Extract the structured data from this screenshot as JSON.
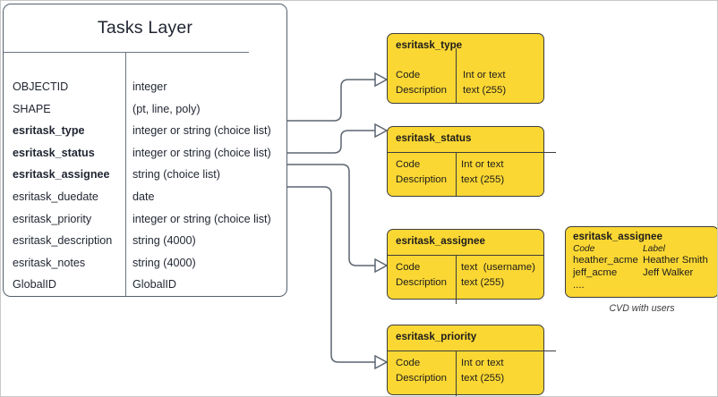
{
  "entity": {
    "title": "Tasks Layer",
    "fields": [
      {
        "name": "OBJECTID",
        "type": "integer",
        "bold": false
      },
      {
        "name": "SHAPE",
        "type": "(pt, line, poly)",
        "bold": false
      },
      {
        "name": "esritask_type",
        "type": "integer or string (choice list)",
        "bold": true
      },
      {
        "name": "esritask_status",
        "type": "integer or string (choice list)",
        "bold": true
      },
      {
        "name": "esritask_assignee",
        "type": "string (choice list)",
        "bold": true
      },
      {
        "name": "esritask_duedate",
        "type": "date",
        "bold": false
      },
      {
        "name": "esritask_priority",
        "type": "integer or string (choice list)",
        "bold": false
      },
      {
        "name": "esritask_description",
        "type": "string (4000)",
        "bold": false
      },
      {
        "name": "esritask_notes",
        "type": "string (4000)",
        "bold": false
      },
      {
        "name": "GlobalID",
        "type": "GlobalID",
        "bold": false
      }
    ]
  },
  "domains": [
    {
      "title": "esritask_type",
      "left_cell": "Code\nDescription",
      "right_cell": "Int or text\ntext (255)"
    },
    {
      "title": "esritask_status",
      "left_cell": "Code\nDescription",
      "right_cell": "Int or text\ntext (255)"
    },
    {
      "title": "esritask_assignee",
      "left_cell": "Code\nDescription",
      "right_cell": "text  (username)\ntext (255)"
    },
    {
      "title": "esritask_priority",
      "left_cell": "Code\nDescription",
      "right_cell": "Int or text\ntext (255)"
    }
  ],
  "cvd": {
    "title": "esritask_assignee",
    "header": {
      "code": "Code",
      "label": "Label"
    },
    "rows": [
      {
        "code": "heather_acme",
        "label": "Heather Smith"
      },
      {
        "code": "jeff_acme",
        "label": "Jeff Walker"
      }
    ],
    "ellipsis": "....",
    "caption": "CVD with users"
  },
  "colors": {
    "domain_fill": "#fbd733",
    "domain_stroke": "#3d3d3d",
    "entity_stroke": "#55606e",
    "connector": "#5c6570",
    "canvas": "#ffffff"
  }
}
